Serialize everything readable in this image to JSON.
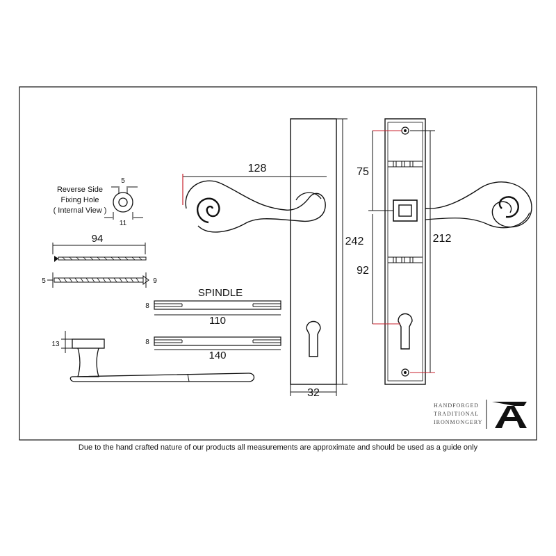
{
  "labels": {
    "reverse_side_line1": "Reverse Side",
    "reverse_side_line2": "Fixing Hole",
    "reverse_side_line3": "( Internal View )",
    "spindle": "SPINDLE"
  },
  "dimensions": {
    "fix_hole_top": "5",
    "fix_hole_bottom": "11",
    "screw_length": "94",
    "screw_left": "5",
    "screw_right": "9",
    "spindle_short_height": "8",
    "spindle_short_length": "110",
    "spindle_long_height": "8",
    "spindle_long_length": "140",
    "rose_height": "13",
    "lever_projection": "128",
    "plate_height": "242",
    "plate_width": "32",
    "back_top_offset": "75",
    "back_centre": "92",
    "back_total": "212"
  },
  "brand": {
    "line1": "HANDFORGED",
    "line2": "TRADITIONAL",
    "line3": "IRONMONGERY",
    "logo_letter": "A",
    "logo_name": "anvil-logo"
  },
  "disclaimer": "Due to the hand crafted nature of our products all measurements are approximate and should be used as a guide only",
  "colors": {
    "accent": "#c8202c",
    "ink": "#111111"
  }
}
